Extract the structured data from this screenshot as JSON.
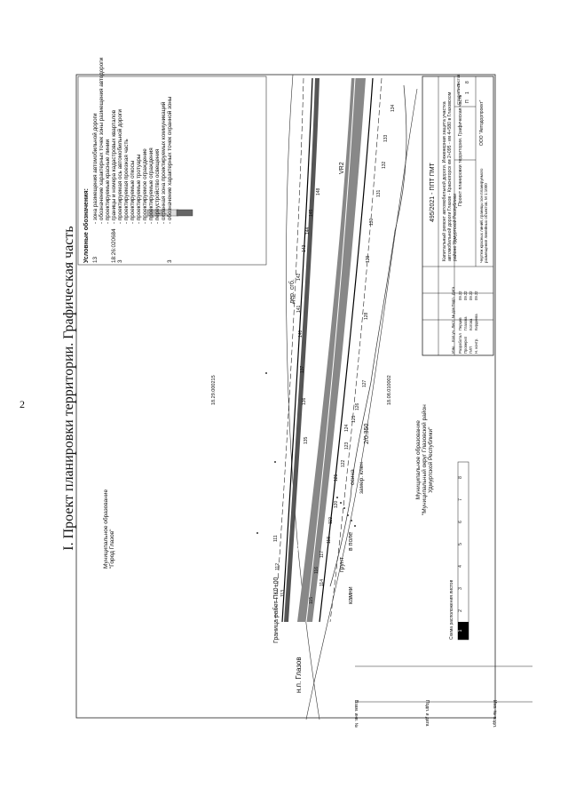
{
  "page_number": "2",
  "section_title": "I. Проект планировки территории. Графическая часть",
  "municipality_left": "Муниципальное образование",
  "municipality_left_name": "\"Город Глазов\"",
  "municipality_right": [
    "Муниципальное образование",
    "\"Муниципальный округ Глазовский район",
    "Удмуртской Республики\""
  ],
  "coordinates": [
    "18.29.000215",
    "18.08.010002"
  ],
  "place_labels": {
    "settlement": "н.п. Глазов",
    "work_boundary": "Граница работ ПК0+00",
    "ground": "грунт",
    "field": "в поле",
    "stones": "камни",
    "cleft": "осина",
    "clen": "замер. клен",
    "drainage": "дер. сгб.",
    "road": "VR2",
    "elevation": "2/0.350"
  },
  "point_numbers": [
    "111",
    "112",
    "113",
    "114",
    "115",
    "116",
    "117",
    "118",
    "119",
    "120",
    "121",
    "122",
    "123",
    "124",
    "125",
    "126",
    "127",
    "128",
    "129",
    "130",
    "131",
    "132",
    "133",
    "134",
    "135",
    "136",
    "137",
    "140",
    "141",
    "142",
    "143",
    "144",
    "145",
    "148"
  ],
  "legend": {
    "title": "Условные обозначения:",
    "items": [
      {
        "sym": "13",
        "text": "- зона размещения автомобильной дороги"
      },
      {
        "sym": "",
        "text": "- обозначение характерных точек зоны размещения автодороги"
      },
      {
        "sym": "",
        "text": "- проектируемые красные линии"
      },
      {
        "sym": "18:26:020684",
        "text": "- границы и номера кадастровых кварталов"
      },
      {
        "sym": "3",
        "text": "- проектируемая ось автомобильной дороги"
      },
      {
        "sym": "",
        "text": "- проектируемая проезжая часть"
      },
      {
        "sym": "",
        "text": "- проектируемые откосы"
      },
      {
        "sym": "",
        "text": "- проектируемые тротуары"
      },
      {
        "sym": "",
        "text": "- проектируемое ограждение"
      },
      {
        "sym": "",
        "text": "- проектируемые ограждения"
      },
      {
        "sym": "",
        "text": "- переустройство освещения"
      },
      {
        "sym": "",
        "text": "- охранная зона проектируемых коммуникаций"
      },
      {
        "sym": "3",
        "text": "- обозначение характерных точек охранной зоны"
      }
    ]
  },
  "title_block": {
    "code": "495/2021 - ППТ ПМТ",
    "object_name": "Капитальный ремонт автомобильной дороги. Инженерная защита участка автомобильной дороги Глазов - Красногорск км 2+095 - км 4+580 в Глазовском районе Удмуртской Республики",
    "drawing_name": "Проект планировки территории. Графическая часть",
    "drawing_subtitle": "Чертеж красных линий, границы зон планируемого размещения линейных объектов. М 1:1000",
    "stage_label": "Стадия",
    "sheet_label": "Лист",
    "sheets_label": "Листов",
    "stage": "П",
    "sheet": "1",
    "sheets": "8",
    "company": "ООО \"Автодорпроект\"",
    "header_cols": [
      "Изм.",
      "Кол.уч.",
      "Лист",
      "№ док",
      "Подп.",
      "Дата"
    ],
    "rows": [
      {
        "role": "Разработал",
        "name": "Перцев",
        "date": "09.22"
      },
      {
        "role": "Проверил",
        "name": "Глазова",
        "date": "09.22"
      },
      {
        "role": "ГИП",
        "name": "Котова",
        "date": "09.22"
      },
      {
        "role": "Н. контр.",
        "name": "Кирдеева",
        "date": "09.22"
      }
    ]
  },
  "sheet_layout": {
    "title": "Схема расположения листов",
    "cells": [
      "1",
      "2",
      "3",
      "4",
      "5",
      "6",
      "7",
      "8"
    ],
    "active": "1"
  },
  "side_stamps": [
    "Взам. инв. №",
    "Подп. и дата",
    "Инв. № подл."
  ]
}
